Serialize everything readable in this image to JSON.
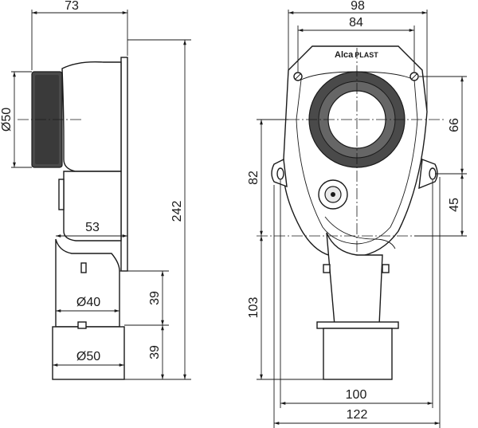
{
  "side_view": {
    "width_dim": "73",
    "inlet_dia": "Ø50",
    "mid_depth": "53",
    "height_total": "242",
    "lower_dia": "Ø40",
    "lower_h1": "39",
    "outlet_dia": "Ø50",
    "lower_h2": "39"
  },
  "front_view": {
    "width_top": "98",
    "bolt_spacing": "84",
    "logo_brand": "Alca",
    "logo_suffix": "PLAST",
    "right_h1": "66",
    "right_h2": "45",
    "left_h1": "82",
    "left_h2": "103",
    "width_bottom1": "100",
    "width_bottom2": "122"
  }
}
